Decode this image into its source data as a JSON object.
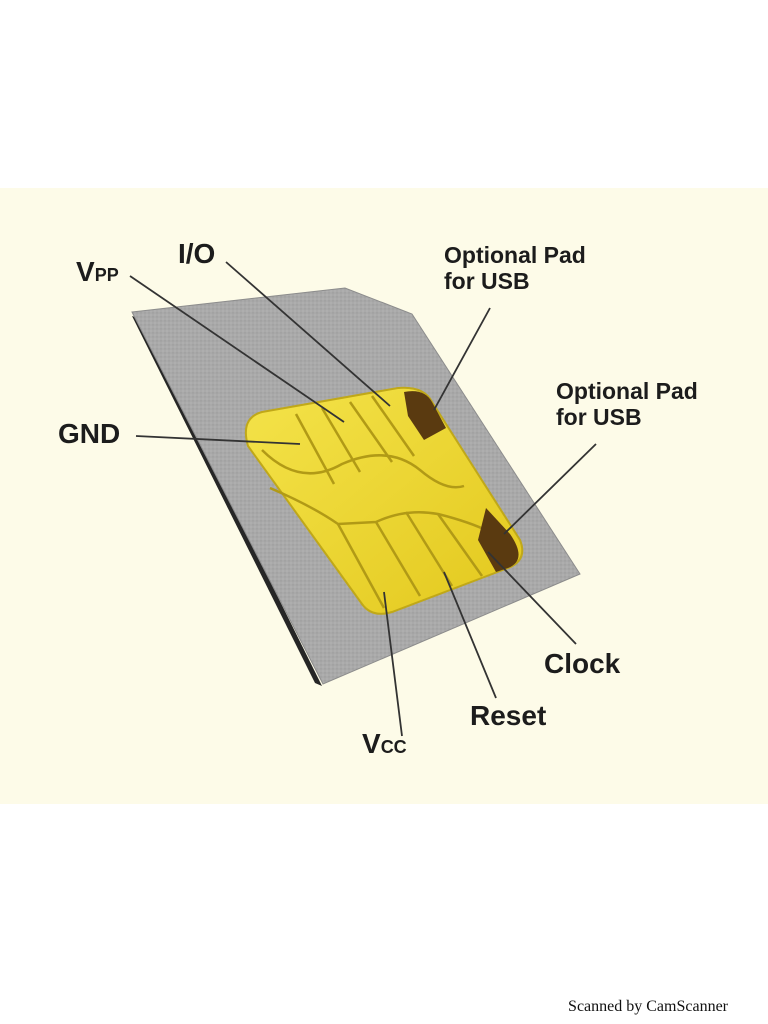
{
  "diagram": {
    "labels": {
      "vpp_main": "V",
      "vpp_sub": "PP",
      "io": "I/O",
      "usb_pad_top_line1": "Optional Pad",
      "usb_pad_top_line2": "for USB",
      "usb_pad_right_line1": "Optional Pad",
      "usb_pad_right_line2": "for USB",
      "gnd": "GND",
      "clock": "Clock",
      "reset": "Reset",
      "vcc_main": "V",
      "vcc_sub": "CC"
    },
    "colors": {
      "background": "#fdfbe8",
      "card": "#a7a7a7",
      "card_edge": "#2e2e2e",
      "chip": "#ecd52a",
      "chip_border": "#b8a21a",
      "usb_pad": "#5a3a10",
      "leader": "#333333"
    }
  },
  "footer": {
    "text": "Scanned by CamScanner"
  }
}
